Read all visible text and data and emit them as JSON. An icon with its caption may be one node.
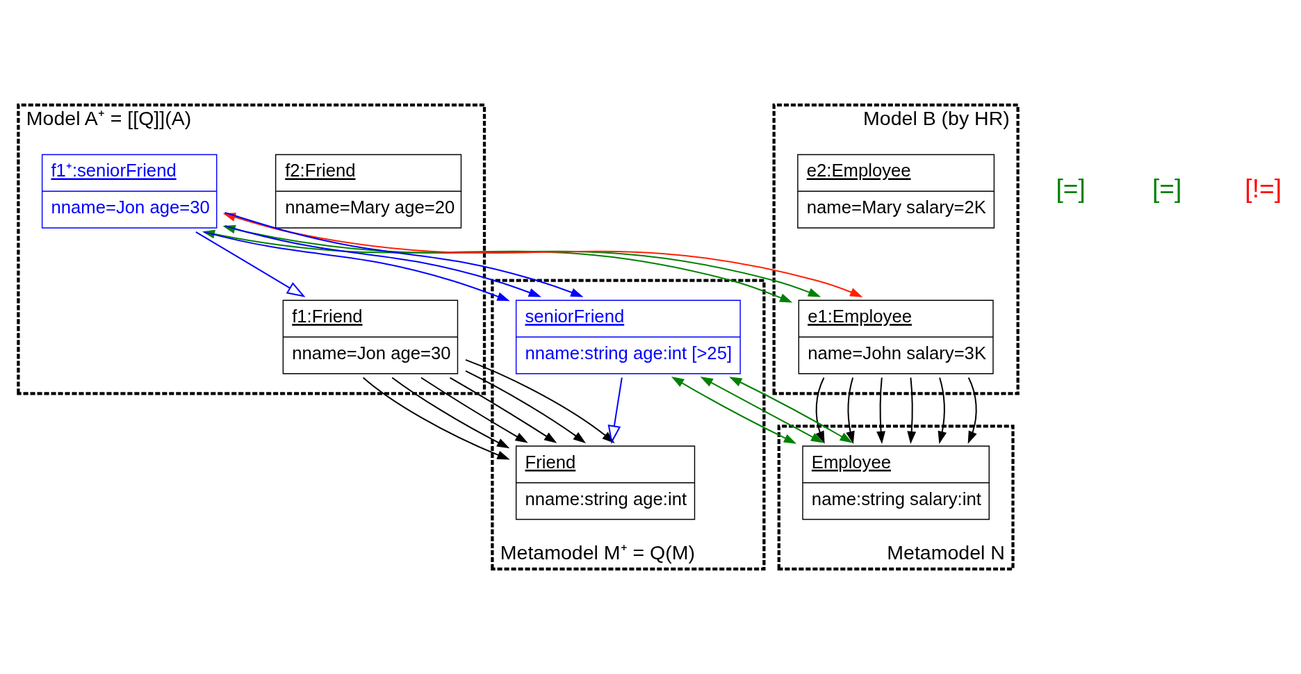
{
  "diagram": {
    "nodes": [
      {
        "text": [
          "Model A⁺ = [[Q]](A)"
        ]
      },
      {
        "text": [
          "f2:Friend",
          "nname=Mary age=20"
        ],
        "in": 0
      },
      {
        "text": [
          "f1:Friend",
          "nname=Jon age=30"
        ],
        "in": 0
      },
      {
        "text": [
          "f1⁺:seniorFriend",
          "nname=Jon age=30"
        ],
        "in": 0
      },
      {
        "text": [
          "Model B (by HR)"
        ]
      },
      {
        "text": [
          "e2:Employee",
          "name=Mary salary=2K"
        ],
        "in": 4
      },
      {
        "text": [
          "e1:Employee",
          "name=John salary=3K"
        ],
        "in": 4
      },
      {
        "text": [
          "Metamodel M⁺ = Q(M)"
        ]
      },
      {
        "text": [
          "Friend",
          "nname:string age:int"
        ],
        "in": 7
      },
      {
        "text": [
          "seniorFriend",
          "nname:string age:int [>25]"
        ],
        "in": 7
      },
      {
        "text": [
          "Metamodel N"
        ]
      },
      {
        "text": [
          "Employee",
          "name:string salary:int"
        ],
        "in": 10
      }
    ],
    "edges": [
      {
        "from": 3,
        "to": 2,
        "arrow": "to",
        "color": "#0000ff"
      },
      {
        "from": 9,
        "to": 8,
        "arrow": "to",
        "color": "#0000ff"
      },
      {
        "from": 3,
        "to": 9,
        "arrow": "to",
        "color": "#0000ff"
      },
      {
        "from": 3,
        "to": 9,
        "arrow": "to",
        "color": "#0000ff"
      },
      {
        "from": 3,
        "to": 9,
        "arrow": "to",
        "color": "#0000ff"
      },
      {
        "from": 2,
        "to": 8,
        "arrow": "to"
      },
      {
        "from": 2,
        "to": 8,
        "arrow": "to"
      },
      {
        "from": 2,
        "to": 8,
        "arrow": "to"
      },
      {
        "from": 2,
        "to": 8,
        "arrow": "to"
      },
      {
        "from": 2,
        "to": 8,
        "arrow": "to"
      },
      {
        "from": 2,
        "to": 8,
        "arrow": "to"
      },
      {
        "from": 6,
        "to": 11,
        "arrow": "to"
      },
      {
        "from": 6,
        "to": 11,
        "arrow": "to"
      },
      {
        "from": 6,
        "to": 11,
        "arrow": "to"
      },
      {
        "from": 6,
        "to": 11,
        "arrow": "to"
      },
      {
        "from": 6,
        "to": 11,
        "arrow": "to"
      },
      {
        "from": 6,
        "to": 11,
        "arrow": "to"
      },
      {
        "from": 3,
        "to": 6,
        "arrow": "both",
        "color": "#008000"
      },
      {
        "from": 3,
        "to": 6,
        "arrow": "both",
        "color": "#008000"
      },
      {
        "from": 3,
        "to": 6,
        "arrow": "both",
        "color": "#ff2000"
      },
      {
        "from": 9,
        "to": 11,
        "arrow": "both",
        "color": "#008000"
      },
      {
        "from": 9,
        "to": 11,
        "arrow": "both",
        "color": "#008000"
      },
      {
        "from": 9,
        "to": 11,
        "arrow": "both",
        "color": "#008000"
      }
    ],
    "labels": [
      "[=]",
      "[=]",
      "[!=]"
    ]
  }
}
